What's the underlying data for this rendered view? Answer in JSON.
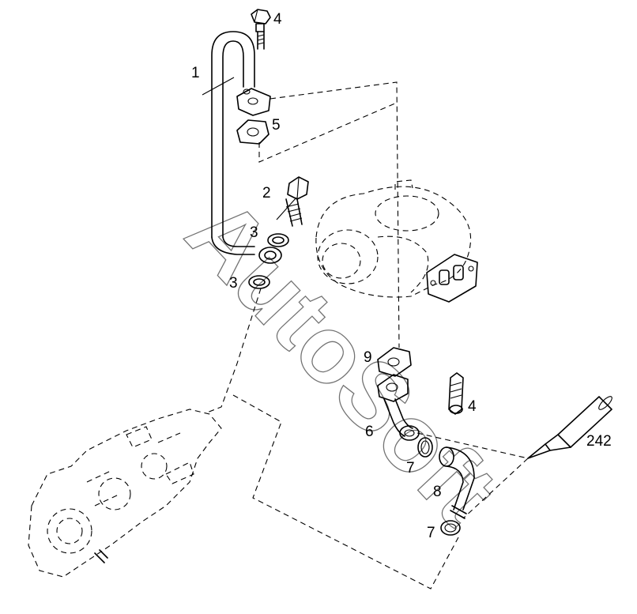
{
  "diagram": {
    "callouts": {
      "c1": "1",
      "c2": "2",
      "c3a": "3",
      "c3b": "3",
      "c4a": "4",
      "c4b": "4",
      "c5": "5",
      "c6": "6",
      "c7a": "7",
      "c7b": "7",
      "c8": "8",
      "c9": "9",
      "c242": "242"
    },
    "watermark": "AutoSoft"
  }
}
